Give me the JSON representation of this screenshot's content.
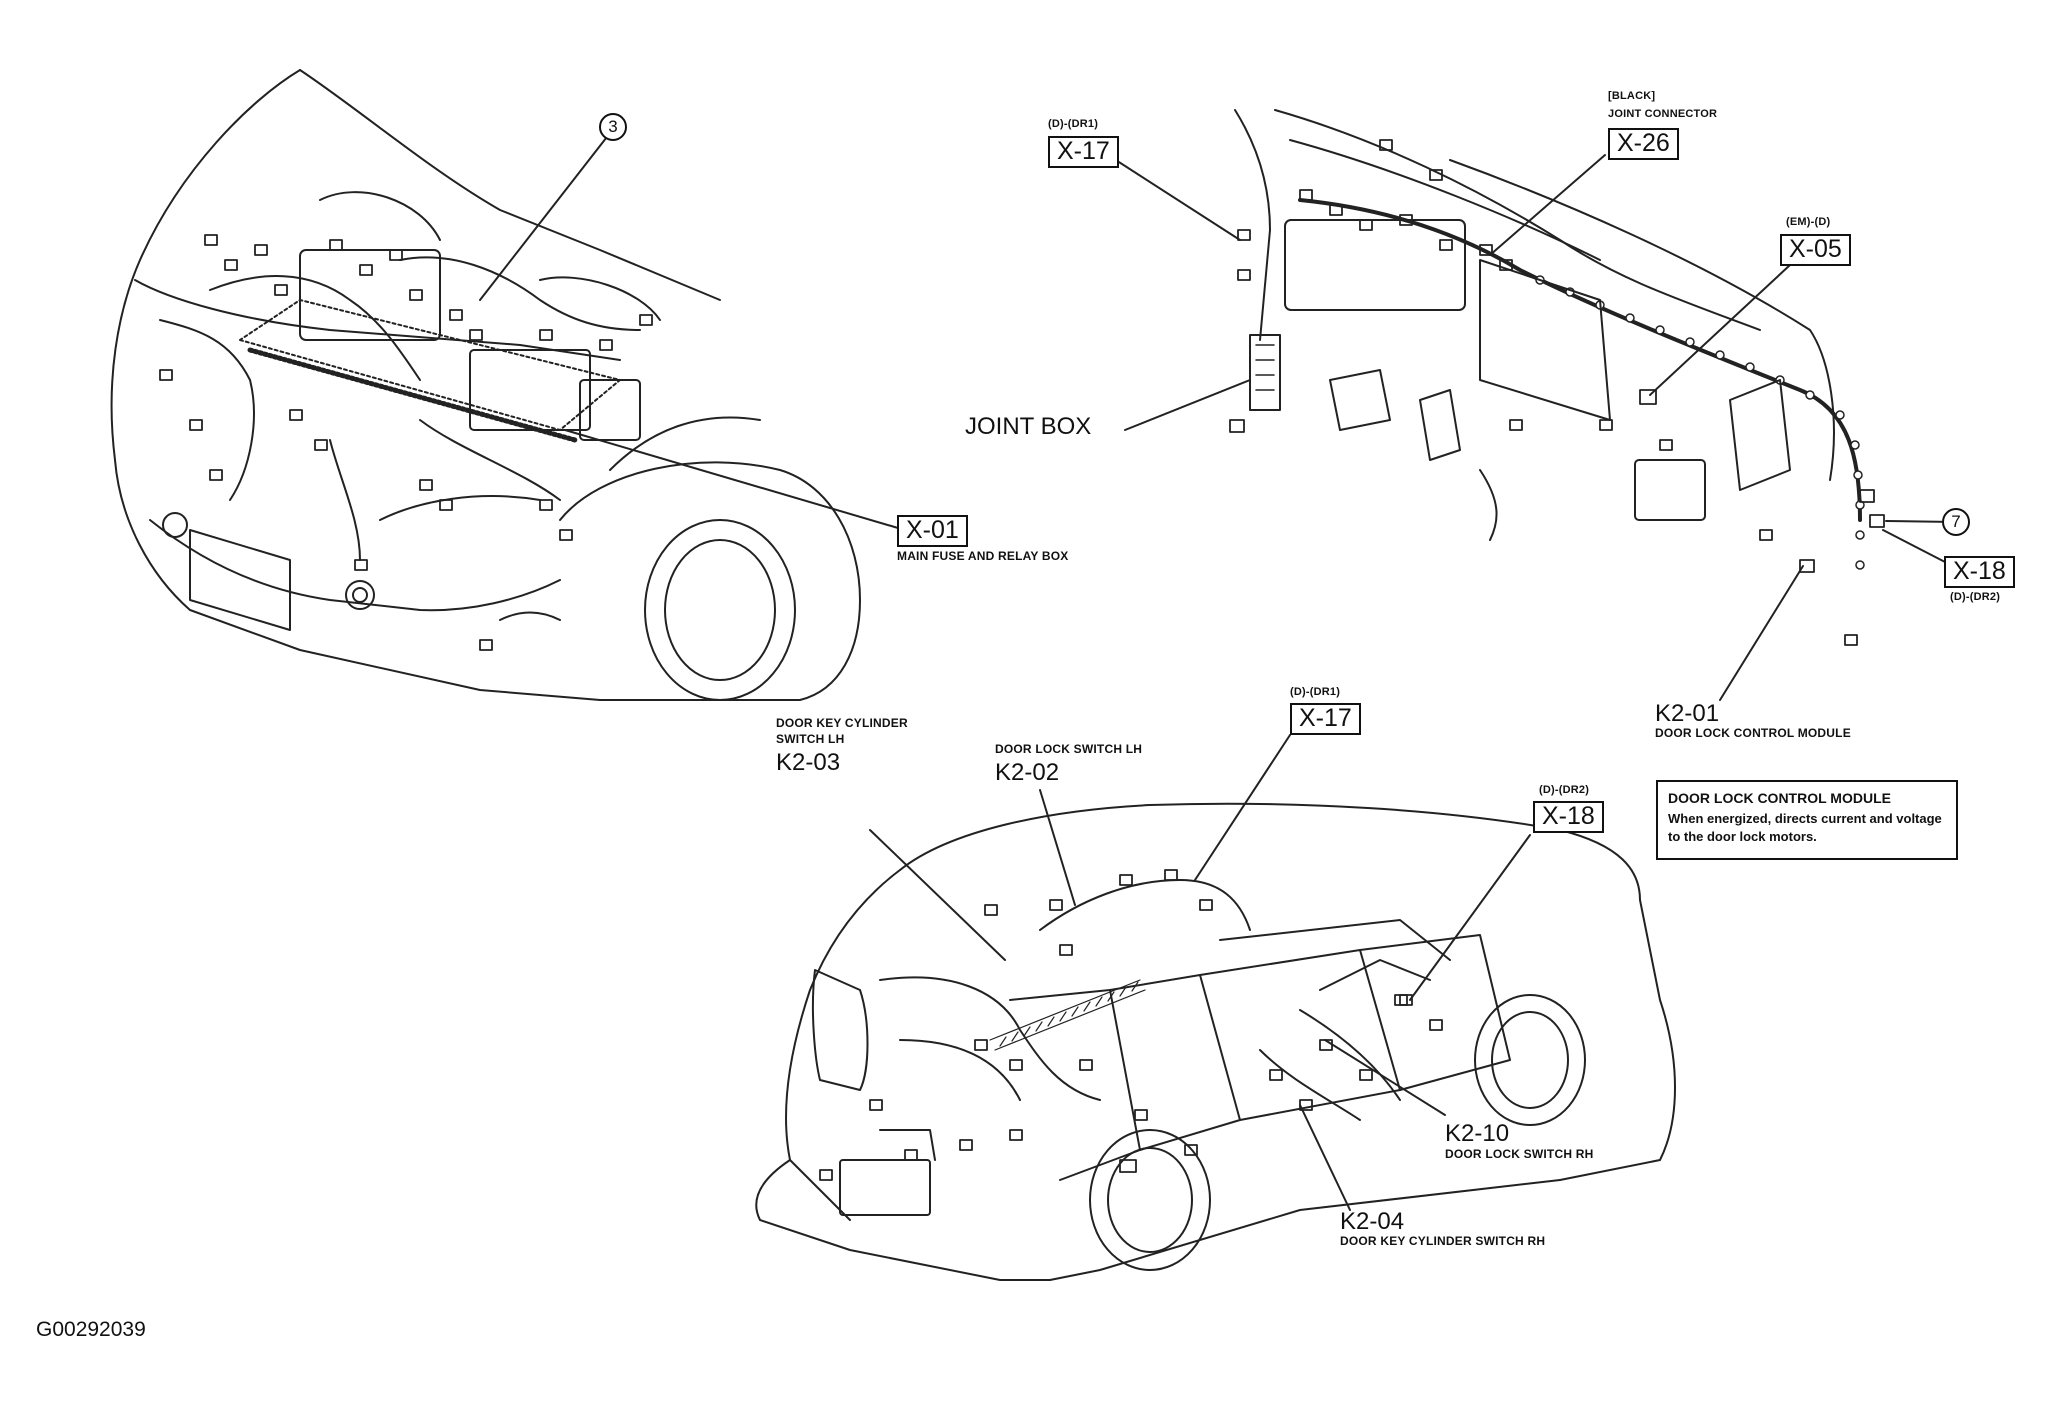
{
  "connectors": {
    "x01": {
      "code": "X-01",
      "desc": "MAIN FUSE AND RELAY BOX"
    },
    "x17_top": {
      "code": "X-17",
      "sub": "(D)-(DR1)"
    },
    "x26": {
      "code": "X-26",
      "sub1": "[BLACK]",
      "sub2": "JOINT CONNECTOR"
    },
    "x05": {
      "code": "X-05",
      "sub": "(EM)-(D)"
    },
    "x18_right": {
      "code": "X-18",
      "sub": "(D)-(DR2)"
    },
    "k201": {
      "code": "K2-01",
      "desc": "DOOR LOCK CONTROL MODULE"
    },
    "k203": {
      "code": "K2-03",
      "desc1": "DOOR KEY CYLINDER",
      "desc2": "SWITCH LH"
    },
    "k202": {
      "code": "K2-02",
      "desc": "DOOR LOCK SWITCH LH"
    },
    "x17_bottom": {
      "code": "X-17",
      "sub": "(D)-(DR1)"
    },
    "x18_bottom": {
      "code": "X-18",
      "sub": "(D)-(DR2)"
    },
    "k210": {
      "code": "K2-10",
      "desc": "DOOR LOCK SWITCH RH"
    },
    "k204": {
      "code": "K2-04",
      "desc": "DOOR KEY CYLINDER SWITCH RH"
    }
  },
  "joint_box": "JOINT BOX",
  "circles": {
    "three": "3",
    "seven": "7"
  },
  "callout": {
    "title": "DOOR LOCK CONTROL MODULE",
    "body": "When energized, directs current and voltage to the door lock motors."
  },
  "figure_id": "G00292039"
}
